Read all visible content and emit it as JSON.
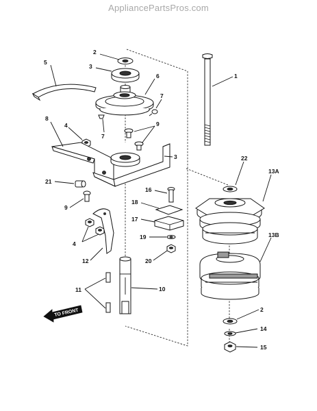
{
  "watermark": "AppliancePartsPros.com",
  "direction_label": "TO FRONT",
  "callouts": {
    "c1": "1",
    "c2a": "2",
    "c2b": "2",
    "c3a": "3",
    "c3b": "3",
    "c4a": "4",
    "c4b": "4",
    "c5": "5",
    "c6": "6",
    "c7a": "7",
    "c7b": "7",
    "c8": "8",
    "c9a": "9",
    "c9b": "9",
    "c10": "10",
    "c11": "11",
    "c12": "12",
    "c13a": "13A",
    "c13b": "13B",
    "c14": "14",
    "c15": "15",
    "c16": "16",
    "c17": "17",
    "c18": "18",
    "c19": "19",
    "c20": "20",
    "c21": "21",
    "c22": "22"
  }
}
